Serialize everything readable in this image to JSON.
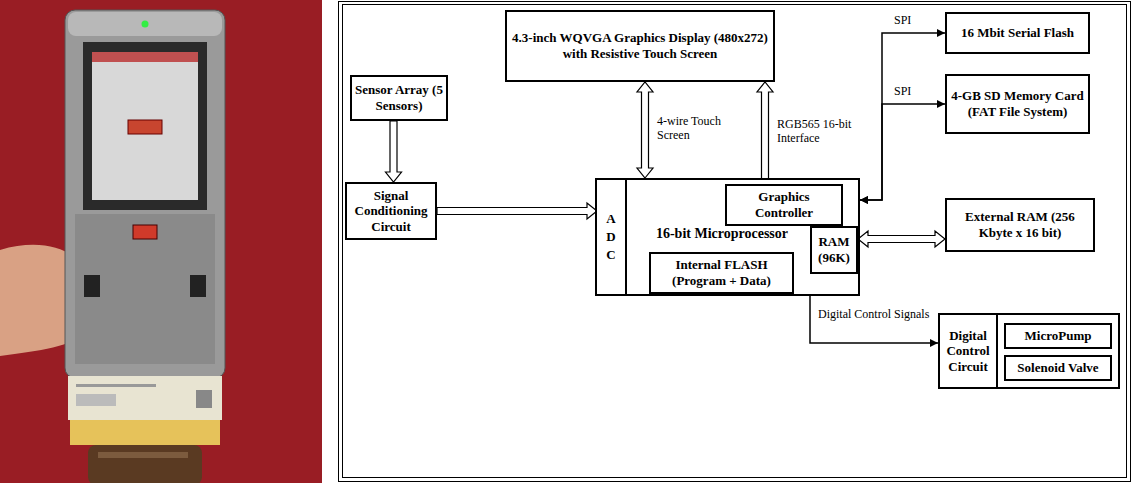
{
  "diagram": {
    "nodes": [
      {
        "text": [
          "4.3-inch WQVGA Graphics Display (480x272) with Resistive Touch Screen"
        ]
      },
      {
        "text": [
          "16 Mbit Serial Flash"
        ]
      },
      {
        "text": [
          "Sensor Array (5 Sensors)"
        ]
      },
      {
        "text": [
          "4-GB SD Memory Card (FAT File System)"
        ]
      },
      {
        "text": [
          "Signal Conditioning Circuit"
        ]
      },
      {
        "text": [
          "16-bit Microprocessor"
        ]
      },
      {
        "text": [
          "ADC"
        ],
        "in": 5
      },
      {
        "text": [
          "Graphics Controller"
        ],
        "in": 5
      },
      {
        "text": [
          "RAM (96K)"
        ],
        "in": 5
      },
      {
        "text": [
          "Internal FLASH (Program + Data)"
        ],
        "in": 5
      },
      {
        "text": [
          "External RAM (256 Kbyte x 16 bit)"
        ]
      },
      {
        "text": [
          "Digital Control Circuit"
        ]
      },
      {
        "text": [
          "MicroPump"
        ],
        "in": 11
      },
      {
        "text": [
          "Solenoid Valve"
        ],
        "in": 11
      }
    ],
    "edges": [
      {
        "from": 2,
        "to": 4,
        "arrow": "to"
      },
      {
        "from": 4,
        "to": 6,
        "arrow": "to"
      },
      {
        "from": 5,
        "to": 0,
        "label": "4-wire Touch Screen",
        "arrow": "both"
      },
      {
        "from": 7,
        "to": 0,
        "label": "RGB565 16-bit Interface",
        "arrow": "to"
      },
      {
        "from": 5,
        "to": 1,
        "label": "SPI",
        "arrow": "both"
      },
      {
        "from": 5,
        "to": 3,
        "label": "SPI",
        "arrow": "both"
      },
      {
        "from": 8,
        "to": 10,
        "arrow": "both"
      },
      {
        "from": 5,
        "to": 11,
        "label": "Digital Control Signals",
        "arrow": "to"
      }
    ]
  }
}
